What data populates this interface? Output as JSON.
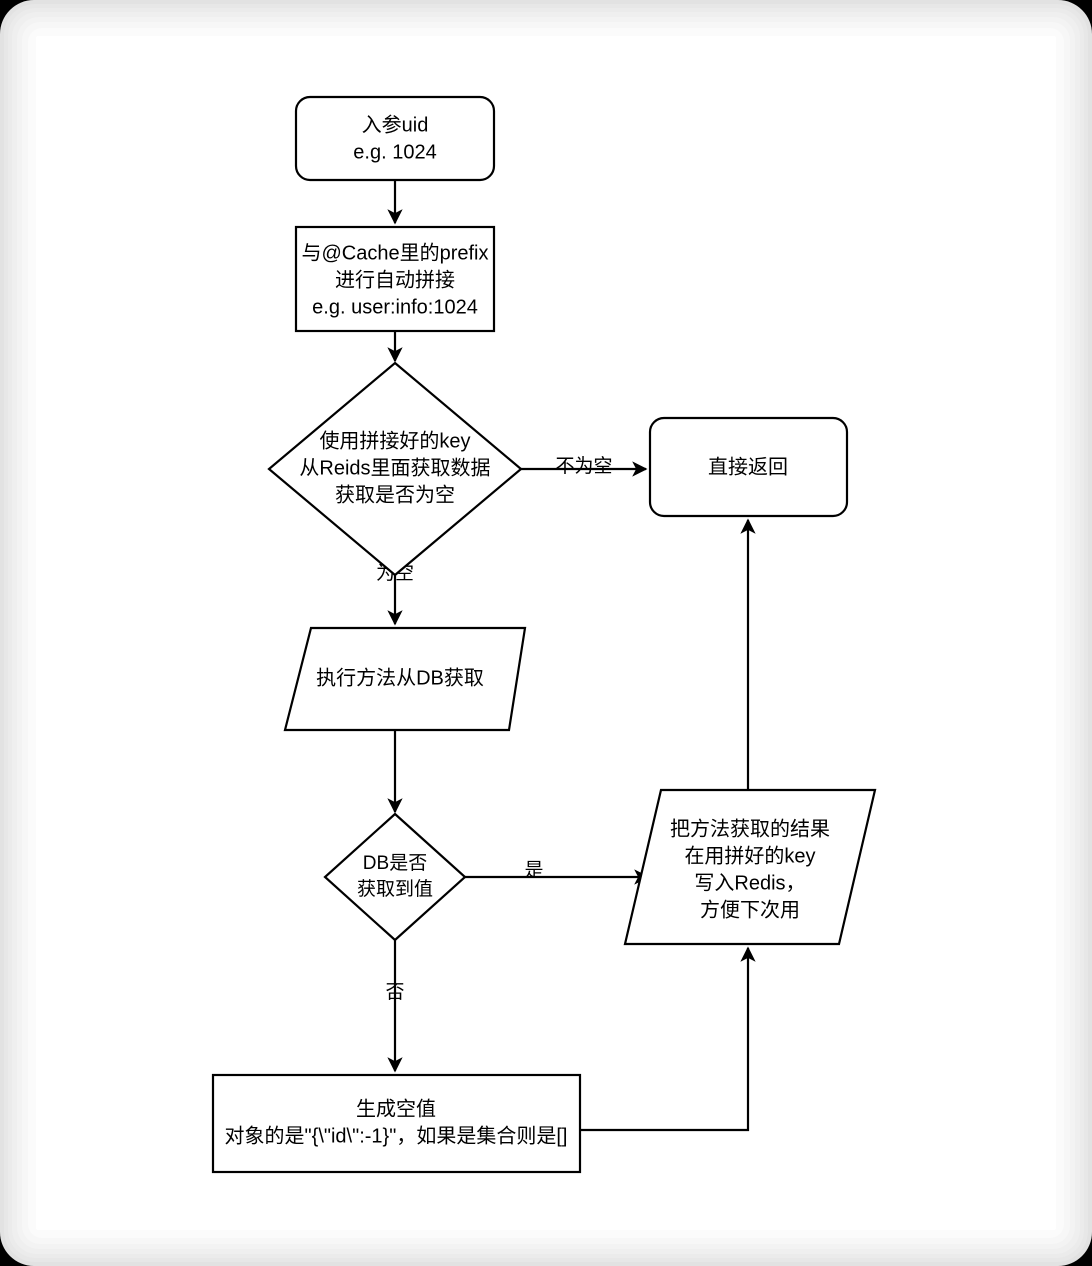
{
  "diagram": {
    "title": "Redis 缓存注解流程图",
    "background": "#ffffff",
    "stroke_color": "#000000",
    "bezel_color": "#e2e2e2",
    "nodes": {
      "input": {
        "shape": "rounded-rect",
        "lines": [
          "入参uid",
          "e.g. 1024"
        ]
      },
      "concat": {
        "shape": "rect",
        "lines": [
          "与@Cache里的prefix",
          "进行自动拼接",
          "e.g. user:info:1024"
        ]
      },
      "redis_check": {
        "shape": "diamond",
        "lines": [
          "使用拼接好的key",
          "从Reids里面获取数据",
          "获取是否为空"
        ]
      },
      "direct_return": {
        "shape": "rounded-rect",
        "lines": [
          "直接返回"
        ]
      },
      "db_fetch": {
        "shape": "parallelogram",
        "lines": [
          "执行方法从DB获取"
        ]
      },
      "db_check": {
        "shape": "diamond",
        "lines": [
          "DB是否",
          "获取到值"
        ]
      },
      "write_redis": {
        "shape": "parallelogram",
        "lines": [
          "把方法获取的结果",
          "在用拼好的key",
          "写入Redis，",
          "方便下次用"
        ]
      },
      "empty_value": {
        "shape": "rect",
        "lines": [
          "生成空值",
          "对象的是\"{\\\"id\\\":-1}\"，如果是集合则是[]"
        ]
      }
    },
    "edge_labels": {
      "not_empty": "不为空",
      "is_empty": "为空",
      "yes": "是",
      "no": "否"
    }
  }
}
